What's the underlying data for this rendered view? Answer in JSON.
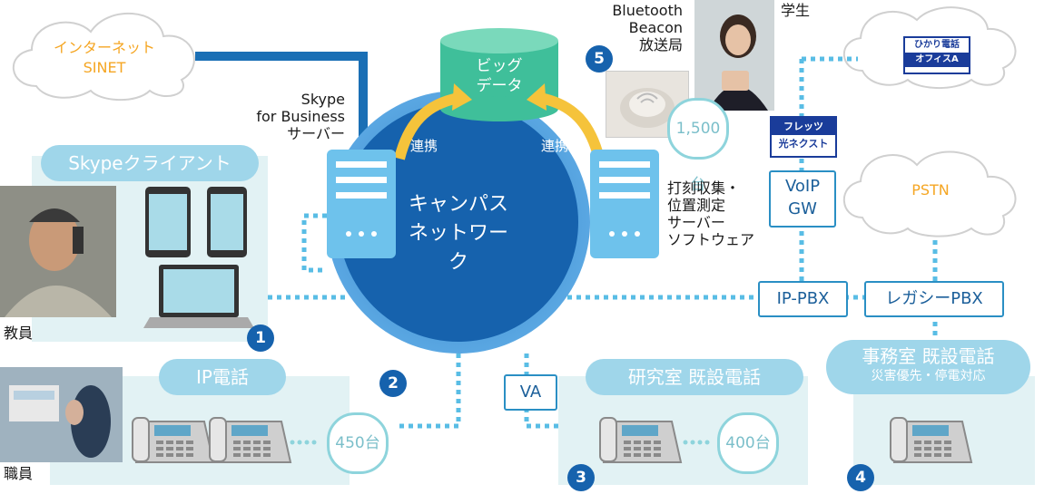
{
  "cloud_internet": {
    "line1": "インターネット",
    "line2": "SINET"
  },
  "skype_server_label": {
    "line1": "Skype",
    "line2": "for Business",
    "line3": "サーバー"
  },
  "big_data": {
    "line1": "ビッグ",
    "line2": "データ"
  },
  "link_left": "連携",
  "link_right": "連携",
  "campus_network": {
    "line1": "キャンパス",
    "line2": "ネットワーク"
  },
  "beacon": {
    "line1": "Bluetooth",
    "line2": "Beacon",
    "line3": "放送局"
  },
  "student_label": "学生",
  "beacon_count": "1,500台",
  "stamp_server_label": {
    "line1": "打刻収集・",
    "line2": "位置測定",
    "line3": "サーバー",
    "line4": "ソフトウェア"
  },
  "skype_client": "Skypeクライアント",
  "faculty_label": "教員",
  "staff_label": "職員",
  "ip_phone": "IP電話",
  "ip_phone_count": "450台",
  "lab_phone": "研究室 既設電話",
  "lab_phone_count": "400台",
  "va_label": "VA",
  "voip_gw": {
    "line1": "VoIP",
    "line2": "GW"
  },
  "ip_pbx": "IP-PBX",
  "legacy_pbx": "レガシーPBX",
  "pstn": "PSTN",
  "office_phone": {
    "line1": "事務室 既設電話",
    "line2": "災害優先・停電対応"
  },
  "hikari_logo": {
    "line1": "ひかり電話",
    "line2": "オフィスA"
  },
  "flets_logo": {
    "line1": "フレッツ",
    "line2": "光ネクスト"
  },
  "badges": [
    "1",
    "2",
    "3",
    "4",
    "5"
  ],
  "colors": {
    "campus_blue": "#1662ad",
    "ring_blue": "#4e9ad8",
    "arrow_yellow": "#f5c33b",
    "green": "#3fbf9a",
    "server": "#6ec2ec",
    "panel": "#e2f2f4",
    "dotted": "#59bde5",
    "cloud_text": "#f5a623"
  }
}
